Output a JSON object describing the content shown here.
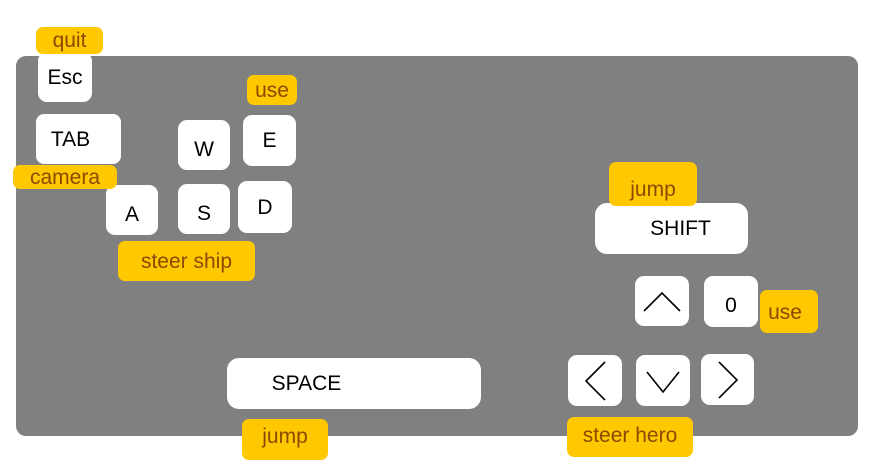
{
  "keys": {
    "esc": "Esc",
    "tab": "TAB",
    "w": "W",
    "e": "E",
    "a": "A",
    "s": "S",
    "d": "D",
    "shift": "SHIFT",
    "zero": "0",
    "space": "SPACE"
  },
  "arrow_icons": {
    "up": "arrow-up-icon",
    "down": "arrow-down-icon",
    "left": "arrow-left-icon",
    "right": "arrow-right-icon"
  },
  "labels": {
    "quit": "quit",
    "use_e": "use",
    "camera": "camera",
    "steer_ship": "steer ship",
    "jump_shift": "jump",
    "use_zero": "use",
    "jump_space": "jump",
    "steer_hero": "steer hero"
  },
  "colors": {
    "panel": "#808080",
    "key": "#ffffff",
    "tag_bg": "#ffc800",
    "tag_text": "#8a4a00"
  }
}
